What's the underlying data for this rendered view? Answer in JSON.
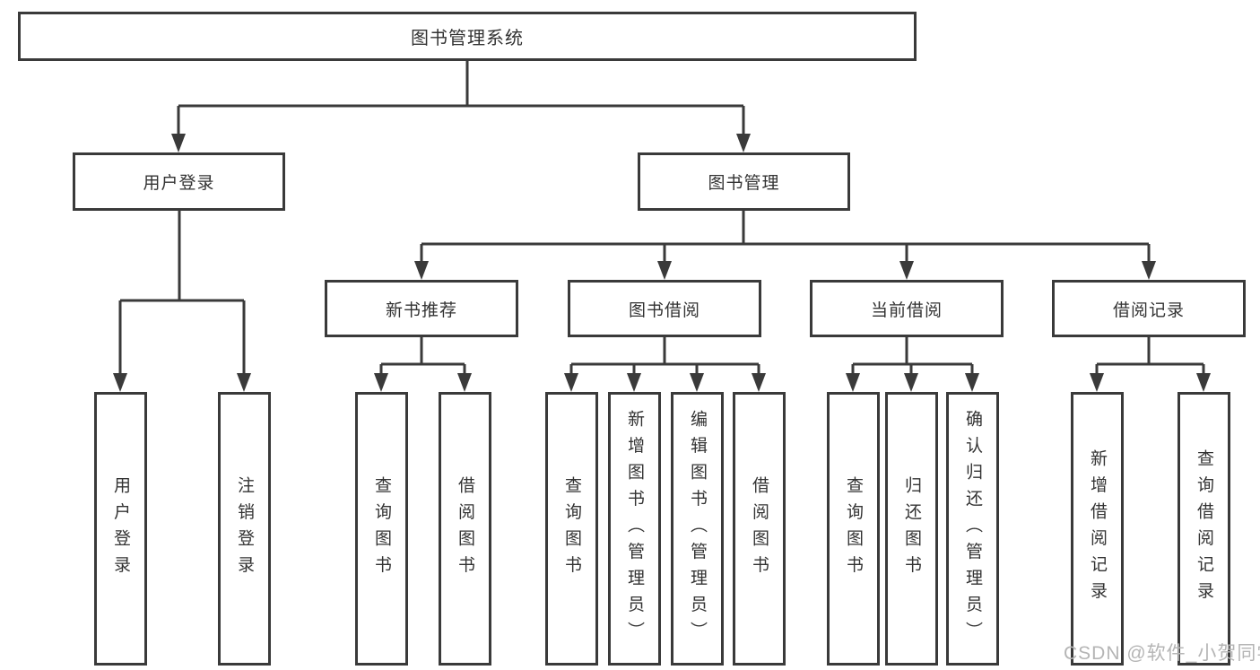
{
  "diagram": {
    "tree": {
      "root": "图书管理系统",
      "children": [
        {
          "label": "用户登录",
          "children": [
            "用户登录",
            "注销登录"
          ]
        },
        {
          "label": "图书管理",
          "children": [
            {
              "label": "新书推荐",
              "children": [
                "查询图书",
                "借阅图书"
              ]
            },
            {
              "label": "图书借阅",
              "children": [
                "查询图书",
                "新增图书（管理员）",
                "编辑图书（管理员）",
                "借阅图书"
              ]
            },
            {
              "label": "当前借阅",
              "children": [
                "查询图书",
                "归还图书",
                "确认归还（管理员）"
              ]
            },
            {
              "label": "借阅记录",
              "children": [
                "新增借阅记录",
                "查询借阅记录"
              ]
            }
          ]
        }
      ]
    },
    "colors": {
      "line": "#3a3a3a",
      "box_border": "#3a3a3a",
      "text": "#333333",
      "background": "#ffffff"
    }
  },
  "watermark": {
    "text": "CSDN @软件_小贺同学",
    "color": "#b5b5b5"
  }
}
